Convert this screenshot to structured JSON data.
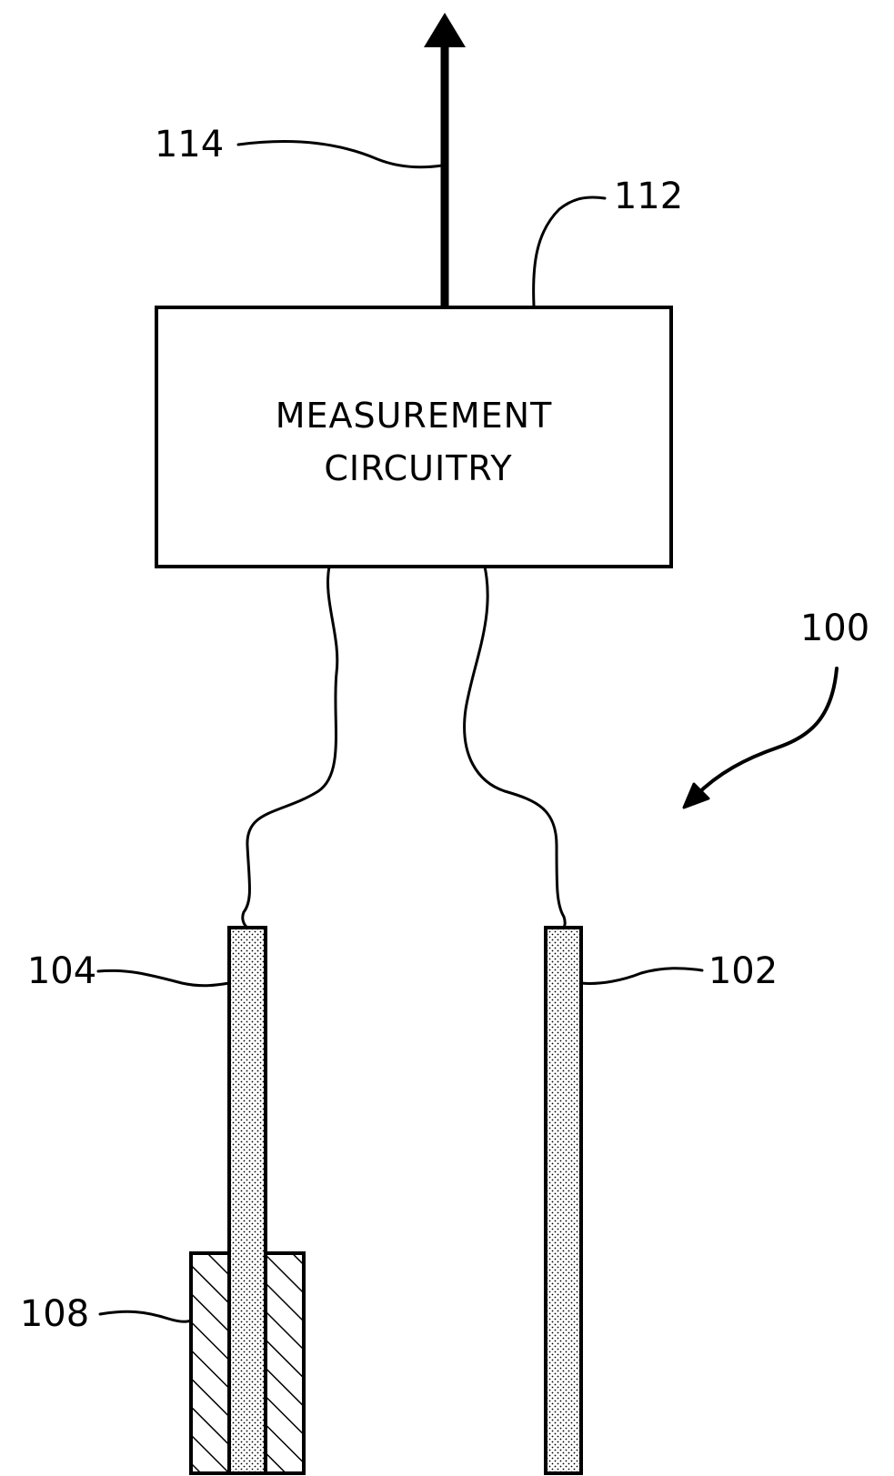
{
  "diagram": {
    "box_label_line1": "MEASUREMENT",
    "box_label_line2": "CIRCUITRY",
    "ref_output": "114",
    "ref_circuitry": "112",
    "ref_system": "100",
    "ref_electrode_left": "104",
    "ref_electrode_right": "102",
    "ref_coating": "108"
  }
}
